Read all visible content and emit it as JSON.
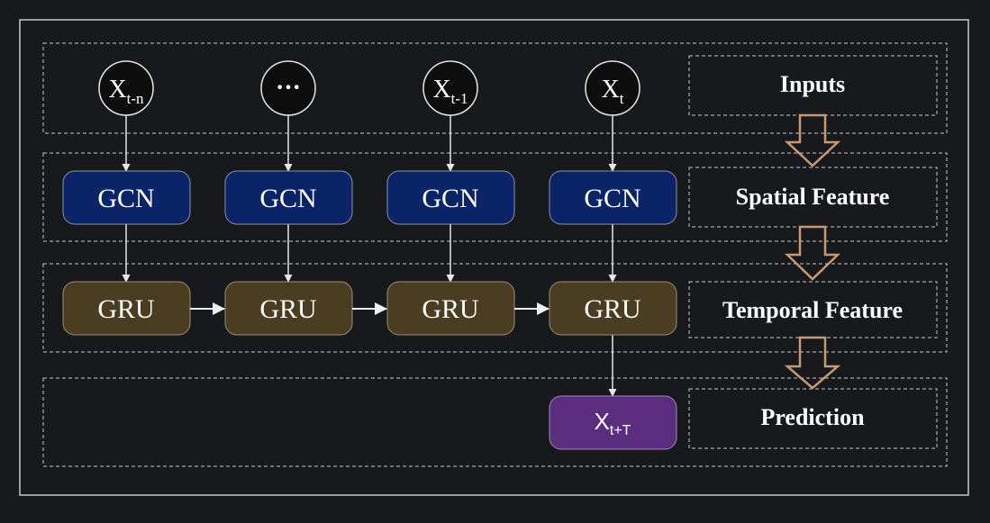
{
  "colors": {
    "background": "#17191c",
    "border": "#c8c8c8",
    "gcn_fill": "#0b2468",
    "gru_fill": "#4a3d21",
    "prediction_fill": "#5a2d7e",
    "flow_arrow": "#c89a72",
    "text": "#ffffff"
  },
  "inputs": [
    {
      "base": "X",
      "sub": "t-n"
    },
    {
      "base": "···",
      "sub": ""
    },
    {
      "base": "X",
      "sub": "t-1"
    },
    {
      "base": "X",
      "sub": "t"
    }
  ],
  "gcn_label": "GCN",
  "gru_label": "GRU",
  "prediction": {
    "base": "X",
    "sub": "t+T"
  },
  "stage_labels": {
    "inputs": "Inputs",
    "spatial": "Spatial Feature",
    "temporal": "Temporal Feature",
    "prediction": "Prediction"
  }
}
